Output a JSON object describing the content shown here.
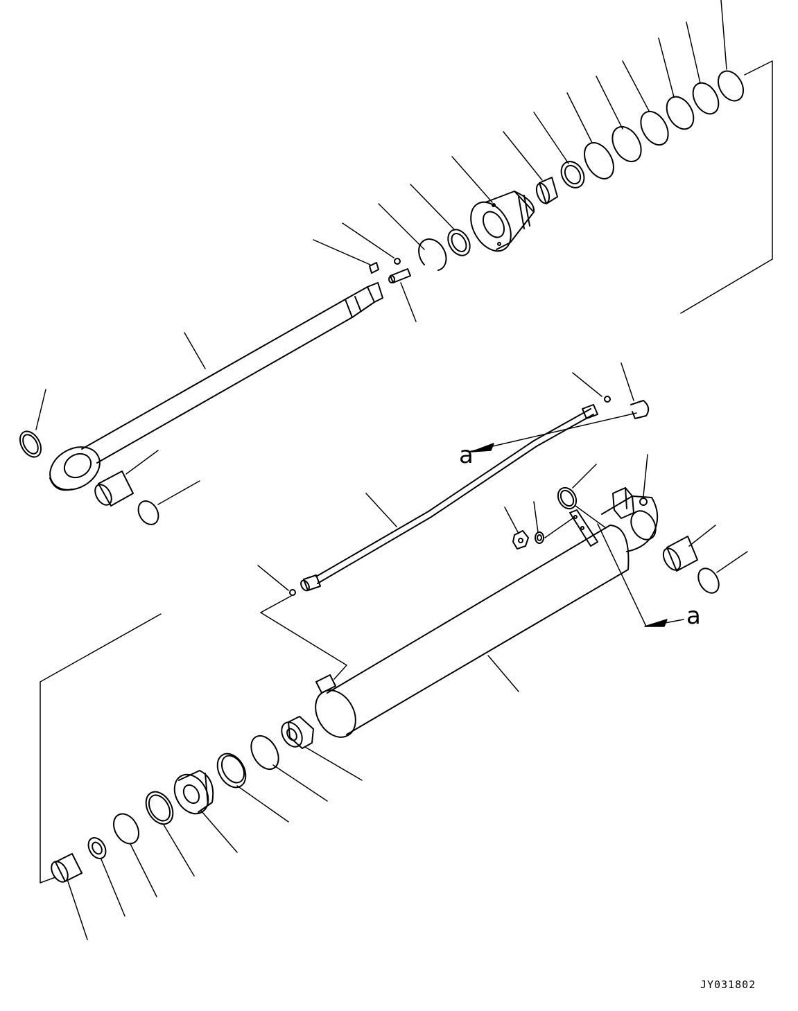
{
  "diagram": {
    "figure_code": "JY031802",
    "reference_labels": [
      "a",
      "a"
    ]
  },
  "colors": {
    "line": "#000000",
    "background": "#ffffff"
  }
}
